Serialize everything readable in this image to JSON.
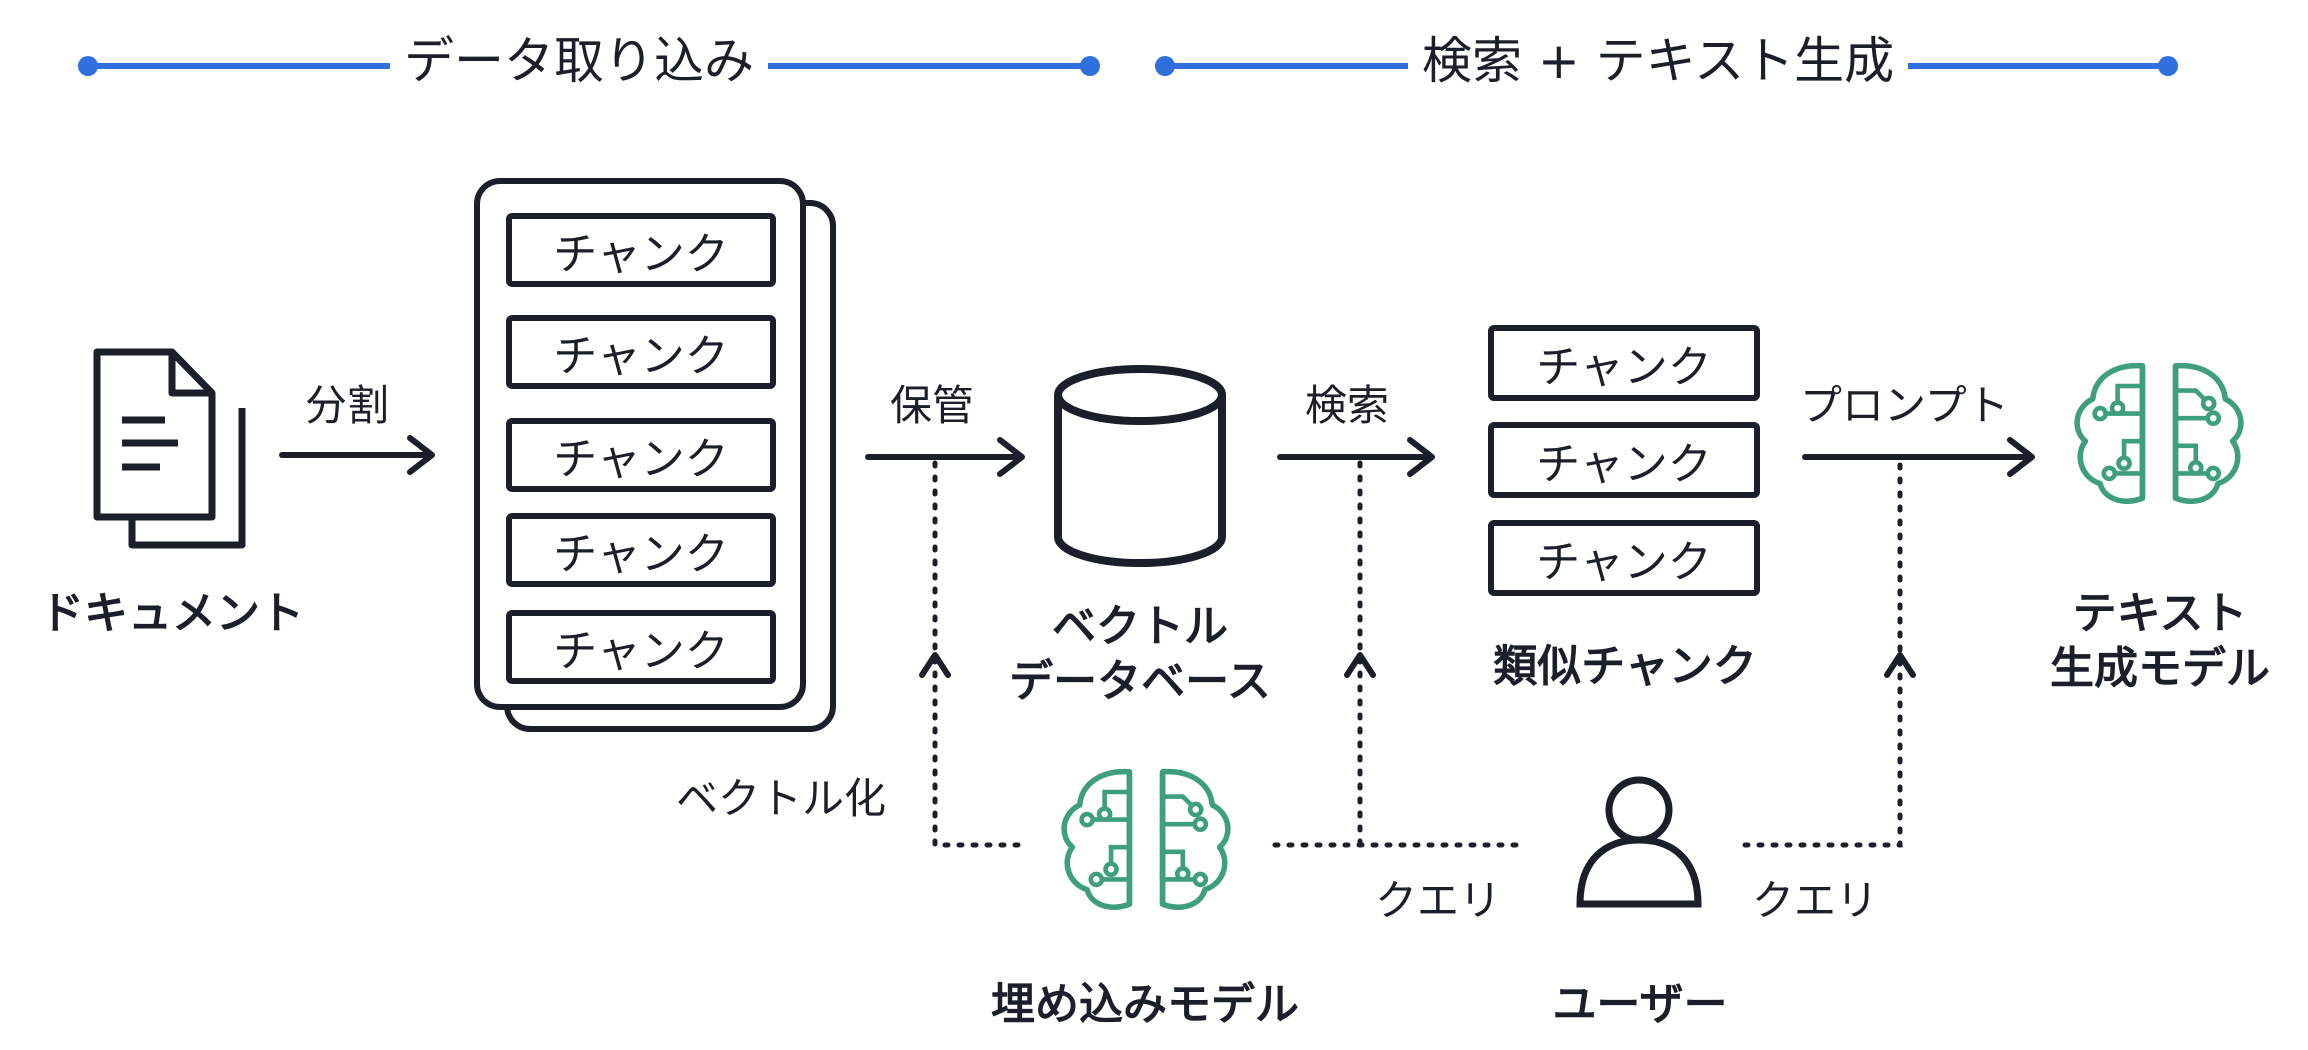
{
  "sections": {
    "ingest": "データ取り込み",
    "retrieve": "検索 + テキスト生成"
  },
  "arrows": {
    "split": "分割",
    "store": "保管",
    "search": "検索",
    "prompt": "プロンプト",
    "vectorize": "ベクトル化",
    "query1": "クエリ",
    "query2": "クエリ"
  },
  "nodes": {
    "document": "ドキュメント",
    "vector_db_line1": "ベクトル",
    "vector_db_line2": "データベース",
    "similar_chunks": "類似チャンク",
    "textgen_line1": "テキスト",
    "textgen_line2": "生成モデル",
    "embedding_model": "埋め込みモデル",
    "user": "ユーザー"
  },
  "chunks": [
    "チャンク",
    "チャンク",
    "チャンク",
    "チャンク",
    "チャンク"
  ],
  "similar": [
    "チャンク",
    "チャンク",
    "チャンク"
  ],
  "colors": {
    "accent": "#2f6fde",
    "ink": "#1b1f2a",
    "model": "#3e9e7e"
  }
}
